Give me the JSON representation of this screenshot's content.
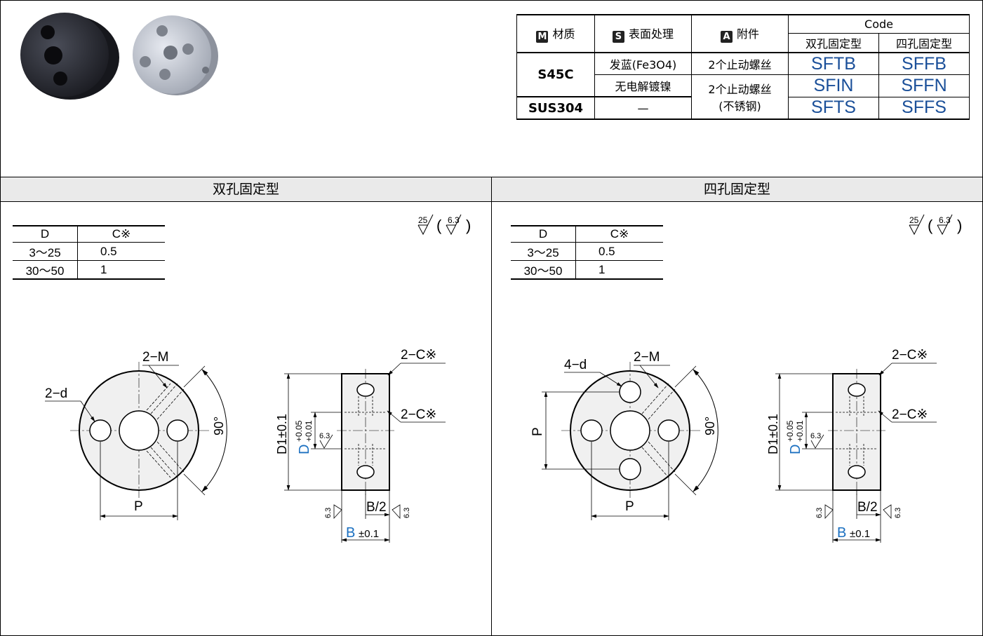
{
  "spec_table": {
    "header": {
      "material": "材质",
      "material_tag": "M",
      "surface": "表面处理",
      "surface_tag": "S",
      "accessory": "附件",
      "accessory_tag": "A",
      "code": "Code",
      "two_hole": "双孔固定型",
      "four_hole": "四孔固定型"
    },
    "rows": {
      "s45c": "S45C",
      "sus304": "SUS304",
      "blacken": "发蓝(Fe3O4)",
      "nickel": "无电解镀镍",
      "dash": "—",
      "screws": "2个止动螺丝",
      "screws_ss1": "2个止动螺丝",
      "screws_ss2": "(不锈钢)",
      "sftb": "SFTB",
      "sffb": "SFFB",
      "sfin": "SFIN",
      "sffn": "SFFN",
      "sfts": "SFTS",
      "sffs": "SFFS"
    }
  },
  "sections": {
    "left_title": "双孔固定型",
    "right_title": "四孔固定型"
  },
  "chamfer_table": {
    "col_d": "D",
    "col_c": "C※",
    "r1_d": "3～25",
    "r1_c": "0.5",
    "r2_d": "30～50",
    "r2_c": "1"
  },
  "roughness": {
    "main": "25",
    "paren": "6.3"
  },
  "labels": {
    "two_m": "2−M",
    "two_d": "2−d",
    "four_d": "4−d",
    "p": "P",
    "angle": "90°",
    "two_c": "2−C※",
    "d1": "D1±0.1",
    "d_tol_plus": "+0.05",
    "d_tol_minus": "+0.01",
    "rough_small": "6.3",
    "b_half": "B/2",
    "b": "B",
    "b_tol": "±0.1"
  },
  "colors": {
    "code_blue": "#1a4f99",
    "dim_blue": "#1a6fc0"
  }
}
